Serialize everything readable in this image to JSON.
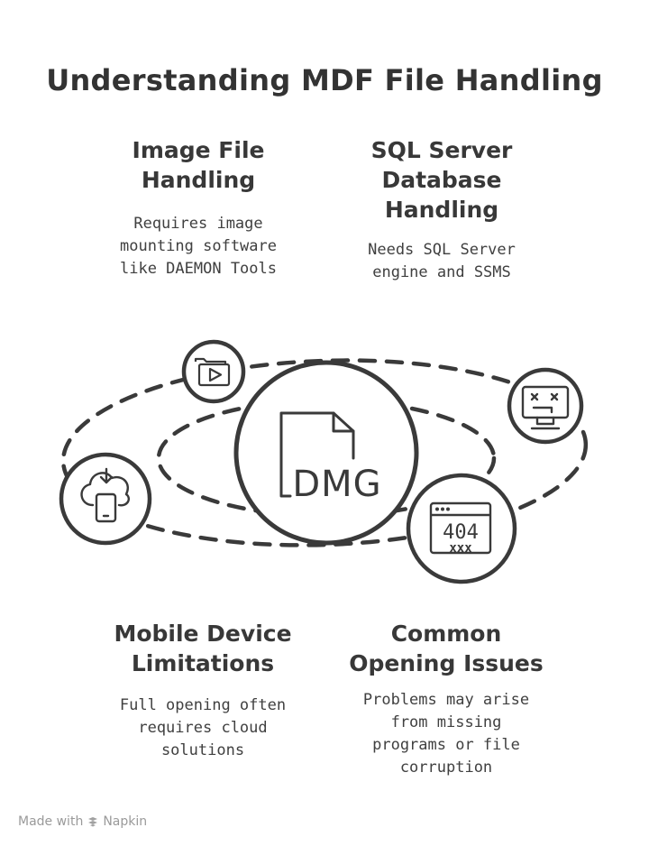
{
  "title": "Understanding MDF File Handling",
  "center_label": "DMG",
  "blocks": [
    {
      "heading": "Image File\nHandling",
      "desc": "Requires image\nmounting software\nlike DAEMON Tools"
    },
    {
      "heading": "SQL Server\nDatabase\nHandling",
      "desc": "Needs SQL Server\nengine and SSMS"
    },
    {
      "heading": "Mobile Device\nLimitations",
      "desc": "Full opening often\nrequires cloud\nsolutions"
    },
    {
      "heading": "Common\nOpening Issues",
      "desc": "Problems may arise\nfrom missing\nprograms or file\ncorruption"
    }
  ],
  "icons": {
    "b1": "folder-video-icon",
    "b2": "broken-monitor-icon",
    "b3": "cloud-download-phone-icon",
    "b4": "error-404-icon"
  },
  "error_code": "404",
  "error_marks": "xxx",
  "footer": {
    "prefix": "Made with",
    "brand": "Napkin"
  }
}
